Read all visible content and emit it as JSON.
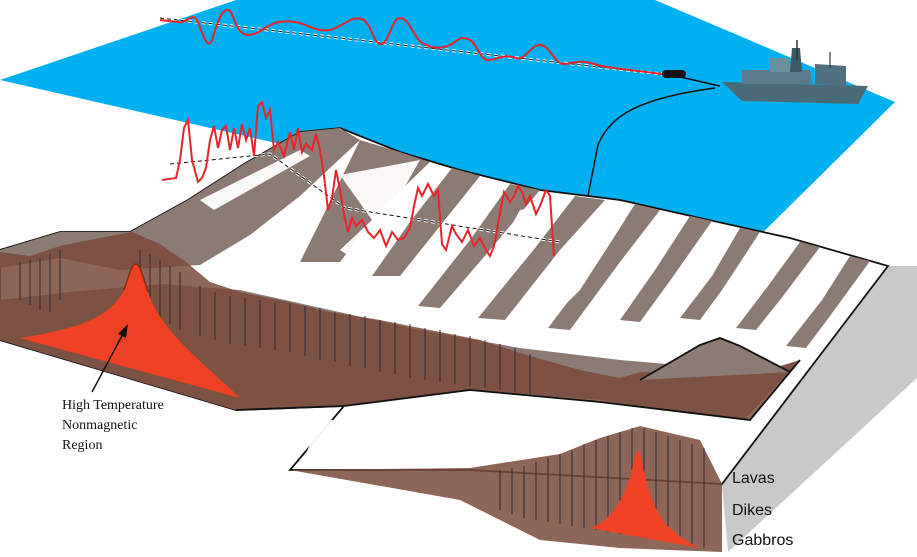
{
  "annotation": {
    "lines": [
      "High Temperature",
      "Nonmagnetic",
      "Region"
    ]
  },
  "layers": [
    "Lavas",
    "Dikes",
    "Gabbros"
  ],
  "colors": {
    "ocean": "#00b0f0",
    "magnetic_profile": "#e8232a",
    "hot_region": "#ef4123",
    "crust_stripe": "#8c7b74",
    "dike_layer": "#7a4b3a",
    "block_side": "#c9c9c9",
    "stripe_gap": "#ffffff"
  },
  "icons": [
    "ship-icon",
    "magnetometer-icon",
    "arrow-icon"
  ]
}
